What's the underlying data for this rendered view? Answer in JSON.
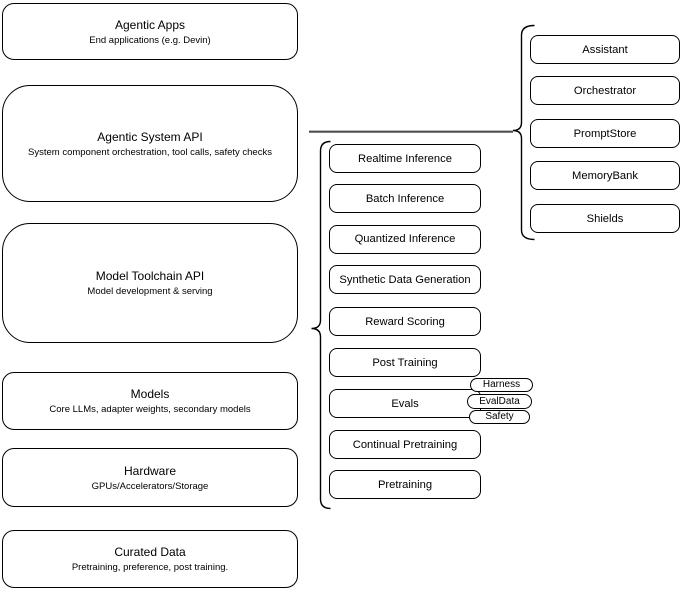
{
  "left_column": {
    "boxes": [
      {
        "title": "Agentic Apps",
        "subtitle": "End applications (e.g. Devin)"
      },
      {
        "title": "Agentic System API",
        "subtitle": "System component orchestration, tool calls, safety checks"
      },
      {
        "title": "Model Toolchain API",
        "subtitle": "Model development & serving"
      },
      {
        "title": "Models",
        "subtitle": "Core LLMs, adapter weights, secondary models"
      },
      {
        "title": "Hardware",
        "subtitle": "GPUs/Accelerators/Storage"
      },
      {
        "title": "Curated Data",
        "subtitle": "Pretraining, preference, post training."
      }
    ]
  },
  "toolchain_column": {
    "items": [
      {
        "label": "Realtime Inference"
      },
      {
        "label": "Batch Inference"
      },
      {
        "label": "Quantized Inference"
      },
      {
        "label": "Synthetic Data Generation"
      },
      {
        "label": "Reward Scoring"
      },
      {
        "label": "Post Training"
      },
      {
        "label": "Evals"
      },
      {
        "label": "Continual Pretraining"
      },
      {
        "label": "Pretraining"
      }
    ],
    "eval_tags": [
      {
        "label": "Harness"
      },
      {
        "label": "EvalData"
      },
      {
        "label": "Safety"
      }
    ]
  },
  "system_column": {
    "items": [
      {
        "label": "Assistant"
      },
      {
        "label": "Orchestrator"
      },
      {
        "label": "PromptStore"
      },
      {
        "label": "MemoryBank"
      },
      {
        "label": "Shields"
      }
    ]
  },
  "colors": {
    "stroke": "#000000",
    "node_fill": "#ffffff",
    "connector": "#4d4d4d"
  }
}
